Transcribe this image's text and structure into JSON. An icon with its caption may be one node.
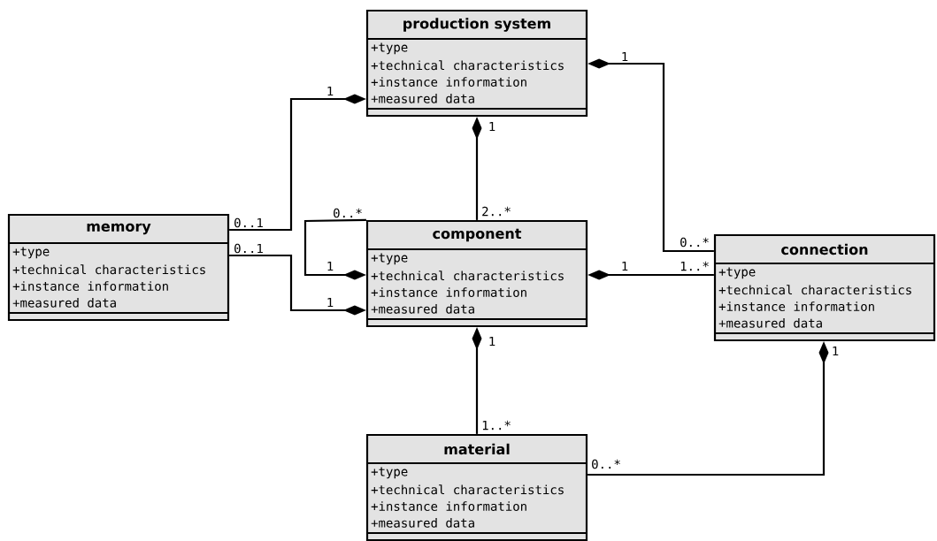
{
  "diagram": {
    "nodes": [
      {
        "text": [
          "production system",
          "+type",
          "+technical characteristics",
          "+instance information",
          "+measured data"
        ]
      },
      {
        "text": [
          "memory",
          "+type",
          "+technical characteristics",
          "+instance information",
          "+measured data"
        ]
      },
      {
        "text": [
          "component",
          "+type",
          "+technical characteristics",
          "+instance information",
          "+measured data"
        ]
      },
      {
        "text": [
          "connection",
          "+type",
          "+technical characteristics",
          "+instance information",
          "+measured data"
        ]
      },
      {
        "text": [
          "material",
          "+type",
          "+technical characteristics",
          "+instance information",
          "+measured data"
        ]
      }
    ],
    "edges": [
      {
        "from": 1,
        "to": 0,
        "arrow": "other"
      },
      {
        "from": 2,
        "to": 0,
        "arrow": "other"
      },
      {
        "from": 3,
        "to": 0,
        "arrow": "other"
      },
      {
        "from": 2,
        "to": 2,
        "arrow": "other"
      },
      {
        "from": 1,
        "to": 2,
        "arrow": "other"
      },
      {
        "from": 3,
        "to": 2,
        "arrow": "other"
      },
      {
        "from": 4,
        "to": 2,
        "arrow": "other"
      },
      {
        "from": 4,
        "to": 3,
        "arrow": "other"
      }
    ],
    "labels": [
      "1",
      "1",
      "1",
      "0..1",
      "0..*",
      "2..*",
      "0..*",
      "0..1",
      "1",
      "1",
      "1..*",
      "1",
      "1",
      "1",
      "1..*",
      "0..*"
    ]
  }
}
